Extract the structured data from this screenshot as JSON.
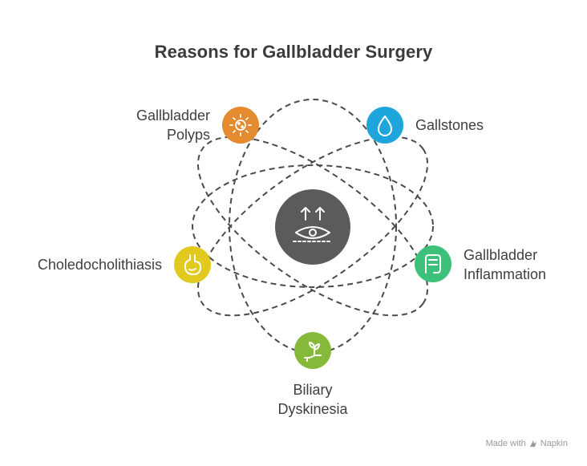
{
  "title": "Reasons for Gallbladder Surgery",
  "center": {
    "icon": "eye-upward-arrows-icon",
    "color": "#5b5b5b"
  },
  "nodes": [
    {
      "id": "polyps",
      "lines": [
        "Gallbladder",
        "Polyps"
      ],
      "icon": "cell-virus-icon",
      "color": "#e48a2f"
    },
    {
      "id": "gallstones",
      "lines": [
        "Gallstones"
      ],
      "icon": "droplet-icon",
      "color": "#1ea6dc"
    },
    {
      "id": "inflammation",
      "lines": [
        "Gallbladder",
        "Inflammation"
      ],
      "icon": "intestine-icon",
      "color": "#3cc07a"
    },
    {
      "id": "dyskinesia",
      "lines": [
        "Biliary",
        "Dyskinesia"
      ],
      "icon": "hand-plant-icon",
      "color": "#86b83a"
    },
    {
      "id": "choledocho",
      "lines": [
        "Choledocholithiasis"
      ],
      "icon": "stomach-icon",
      "color": "#e2c91e"
    }
  ],
  "footer": {
    "prefix": "Made with",
    "brand": "Napkin"
  }
}
